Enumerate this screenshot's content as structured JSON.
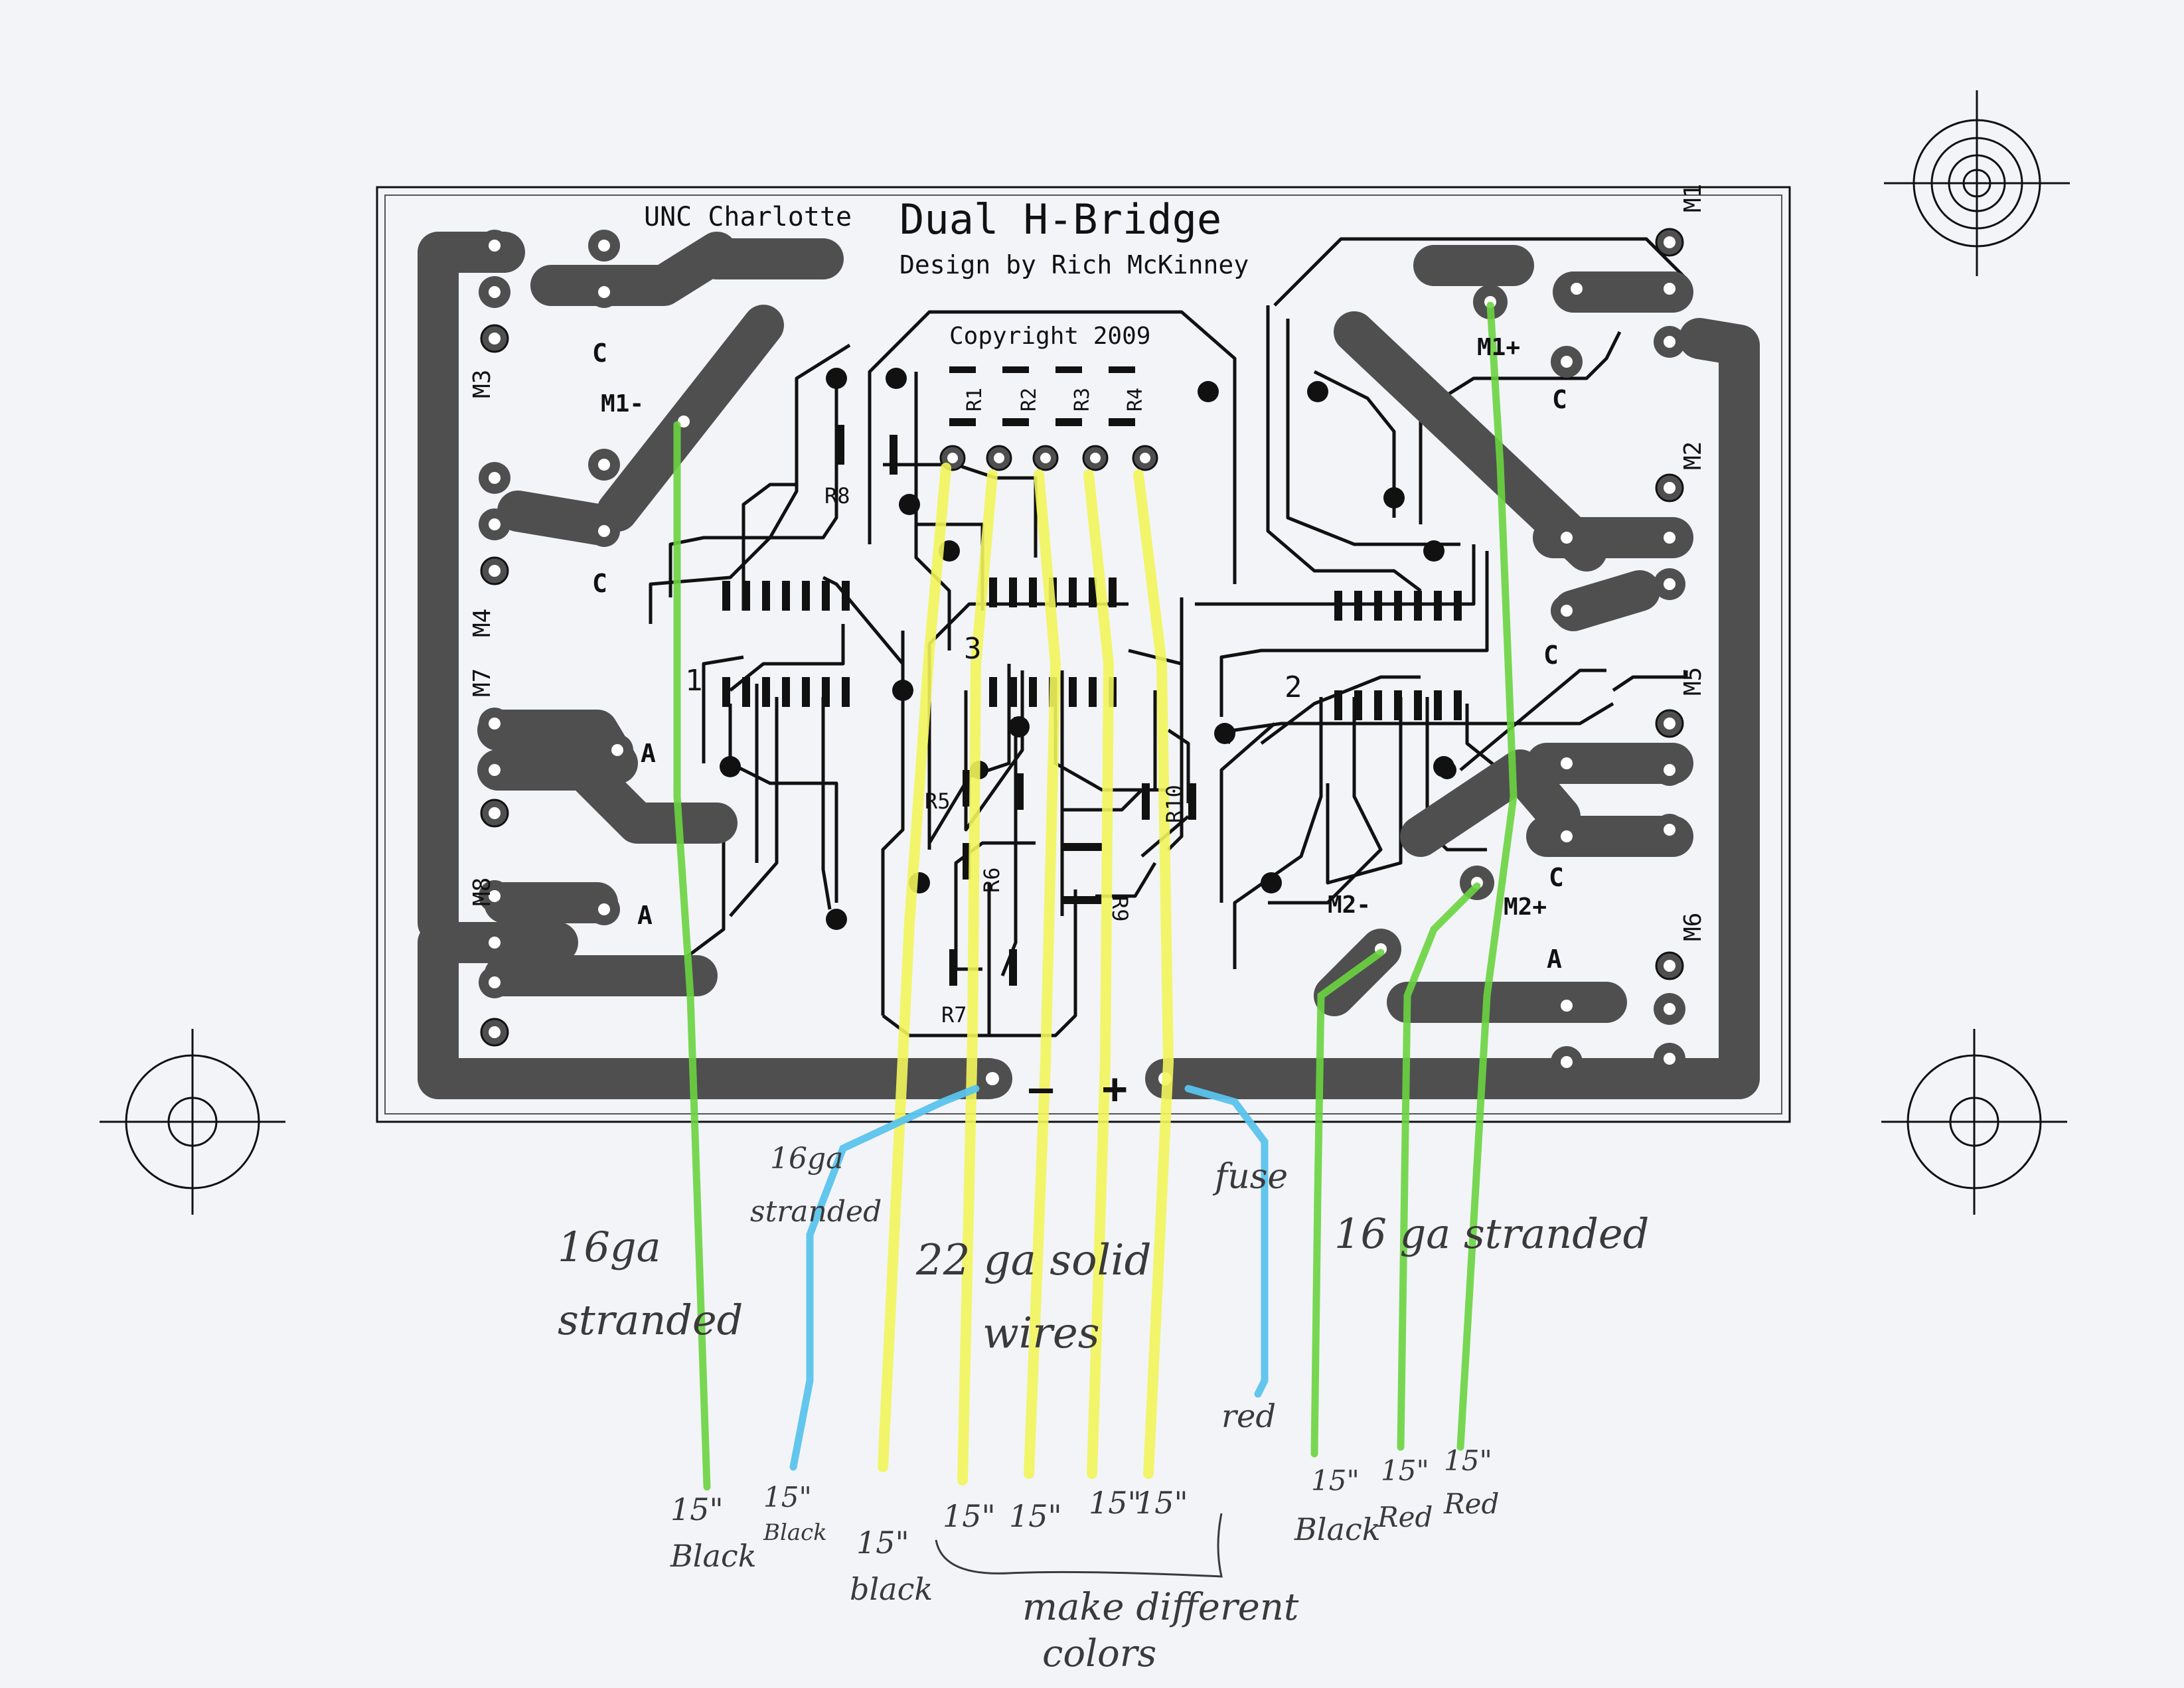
{
  "board": {
    "org": "UNC Charlotte",
    "title": "Dual H-Bridge",
    "designer": "Design by Rich McKinney",
    "copyright": "Copyright 2009",
    "chip_labels": [
      "1",
      "2",
      "3"
    ],
    "resistors": [
      "R1",
      "R2",
      "R3",
      "R4",
      "R5",
      "R6",
      "R7",
      "R8",
      "R9",
      "R10"
    ],
    "motor_ports": [
      "M1",
      "M2",
      "M3",
      "M4",
      "M5",
      "M6",
      "M7",
      "M8"
    ],
    "terminals": [
      "M1-",
      "M1+",
      "M2-",
      "M2+"
    ],
    "pad_letters": {
      "c": "C",
      "a": "A"
    },
    "power": {
      "minus": "–",
      "plus": "+"
    }
  },
  "annotations": {
    "left_gauge": [
      "16ga",
      "stranded"
    ],
    "blue_gauge": [
      "16ga",
      "stranded"
    ],
    "center_gauge": [
      "22 ga solid",
      "wires"
    ],
    "fuse": "fuse",
    "red": "red",
    "right_gauge": "16 ga stranded",
    "lengths_left": [
      {
        "len": "15\"",
        "color": "Black"
      },
      {
        "len": "15\"",
        "color": "Black"
      },
      {
        "len": "15\"",
        "color": "black"
      }
    ],
    "lengths_center": [
      "15\"",
      "15\"",
      "15\"",
      "15\""
    ],
    "lengths_right": [
      {
        "len": "15\"",
        "color": "Black"
      },
      {
        "len": "15\"",
        "color": "Red"
      },
      {
        "len": "15\"",
        "color": "Red"
      }
    ],
    "note": [
      "make different",
      "colors"
    ]
  },
  "colors": {
    "paper": "#f3f4f8",
    "copper": "#4f4f4f",
    "trace": "#111111",
    "wire_yellow": "#f2f55a",
    "wire_green": "#6ad43f",
    "wire_blue": "#5ac3ec",
    "pencil": "#3a3a3a"
  }
}
